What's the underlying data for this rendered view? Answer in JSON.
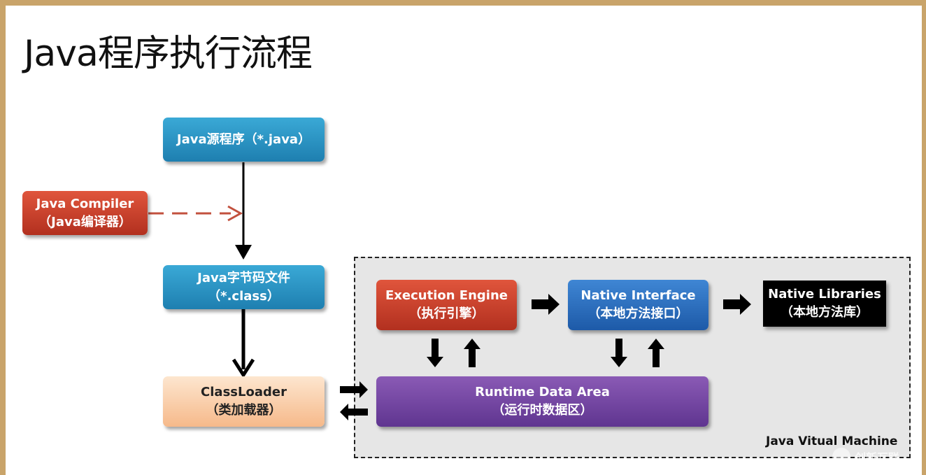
{
  "title": "Java程序执行流程",
  "boxes": {
    "source": {
      "line1": "Java源程序（*.java）"
    },
    "compiler": {
      "line1": "Java Compiler",
      "line2": "（Java编译器）"
    },
    "bytecode": {
      "line1": "Java字节码文件",
      "line2": "（*.class）"
    },
    "classloader": {
      "line1": "ClassLoader",
      "line2": "（类加载器）"
    },
    "engine": {
      "line1": "Execution Engine",
      "line2": "（执行引擎）"
    },
    "native_interface": {
      "line1": "Native Interface",
      "line2": "（本地方法接口）"
    },
    "native_libraries": {
      "line1": "Native Libraries",
      "line2": "（本地方法库）"
    },
    "runtime": {
      "line1": "Runtime Data Area",
      "line2": "（运行时数据区）"
    }
  },
  "jvm_label": "Java Vitual Machine",
  "watermark": {
    "text": "创新互联"
  },
  "colors": {
    "blue": "#2a95c6",
    "red": "#c9412a",
    "navy": "#2e70c0",
    "purple": "#74479f",
    "peach": "#f9cfa8",
    "black": "#000000"
  }
}
